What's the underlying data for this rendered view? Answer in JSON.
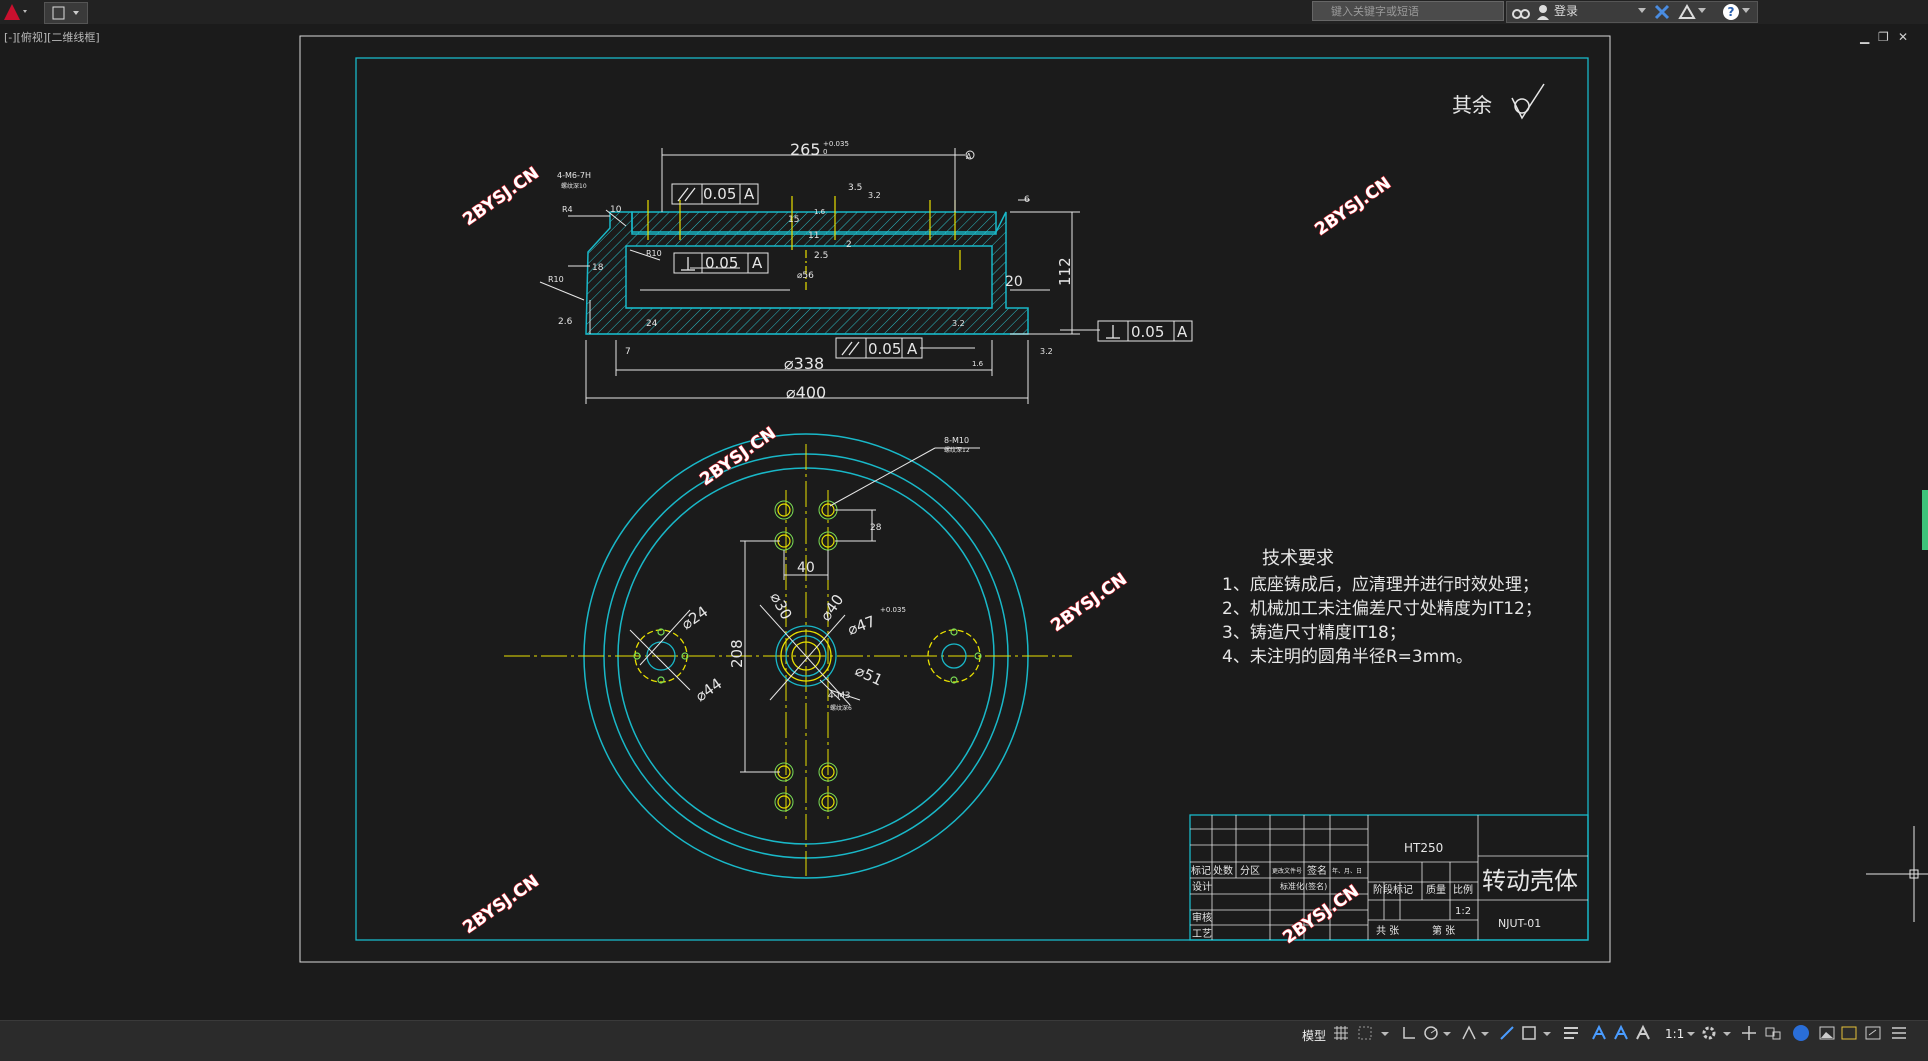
{
  "toolbar": {
    "search_placeholder": "键入关键字或短语",
    "login_label": "登录"
  },
  "viewport": {
    "label": "[-][俯视][二维线框]"
  },
  "drawing": {
    "roughness_note": "其余",
    "watermark": "2BYSJ.CN",
    "section_view": {
      "dim_265": "265",
      "dim_265_tol": "+0.035",
      "dim_265_tol_low": "0",
      "datum_A": "A",
      "fcf_par_1": "0.05",
      "fcf_perp_1": "0.05",
      "fcf_par_2": "0.05",
      "fcf_perp_2": "0.05",
      "label_4m6": "4-M6-7H",
      "label_4m6_sub": "螺纹深10",
      "label_R4": "R4",
      "label_R10a": "R10",
      "label_R10b": "R10",
      "dim_10": "10",
      "dim_18": "18",
      "dim_26": "2.6",
      "dim_24": "24",
      "dim_7": "7",
      "dim_15": "15",
      "dim_16a": "1.6",
      "dim_16b": "1.6",
      "dim_11": "11",
      "dim_2": "2",
      "dim_25": "2.5",
      "dim_35": "3.5",
      "dim_32a": "3.2",
      "dim_32b": "3.2",
      "dim_32c": "3.2",
      "dim_phi56": "⌀56",
      "dim_6": "6",
      "dim_112": "112",
      "dim_20": "20",
      "dim_phi338": "⌀338",
      "dim_phi400": "⌀400"
    },
    "plan_view": {
      "label_8m10": "8-M10",
      "label_8m10_sub": "螺纹深12",
      "dim_28": "28",
      "dim_40": "40",
      "dim_208": "208",
      "dim_phi24": "⌀24",
      "dim_phi44": "⌀44",
      "dim_phi30": "⌀30",
      "dim_phi40": "⌀40",
      "dim_phi47": "⌀47",
      "dim_phi47_tol": "+0.035",
      "dim_phi51": "⌀51",
      "label_4m3": "4-M3",
      "label_4m3_sub": "螺纹深6"
    },
    "tech_req": {
      "title": "技术要求",
      "items": [
        "1、底座铸成后，应清理并进行时效处理；",
        "2、机械加工未注偏差尺寸处精度为IT12；",
        "3、铸造尺寸精度IT18；",
        "4、未注明的圆角半径R=3mm。"
      ]
    },
    "title_block": {
      "material": "HT250",
      "part_name": "转动壳体",
      "drawing_no": "NJUT-01",
      "scale_label": "比例",
      "scale": "1:2",
      "stage_label": "阶段标记",
      "weight_label": "质量",
      "total_sheets": "共   张",
      "sheet_no": "第   张",
      "row_labels": [
        "标记",
        "处数",
        "分区",
        "更改文件号",
        "签名",
        "年、月、日"
      ],
      "design": "设计",
      "standard": "标准化",
      "sign": "(签名)",
      "review": "审核",
      "process": "工艺"
    }
  },
  "statusbar": {
    "model_label": "模型",
    "scale_label": "1:1"
  }
}
